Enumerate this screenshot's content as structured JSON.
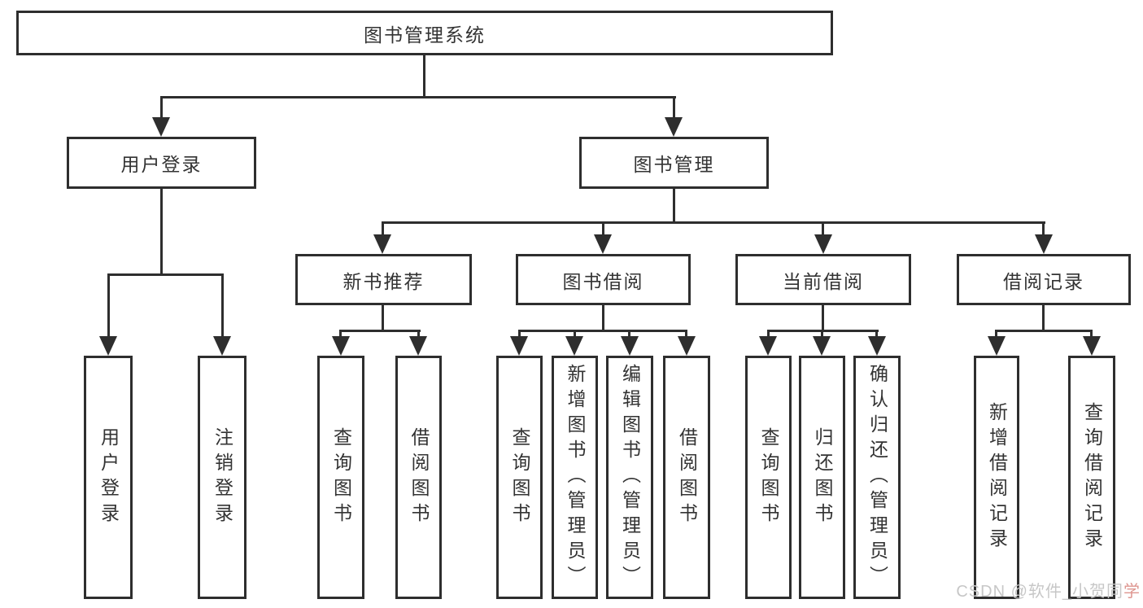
{
  "tree": {
    "root": {
      "label": "图书管理系统"
    },
    "children": [
      {
        "label": "用户登录",
        "children": [
          {
            "label": "用户登录"
          },
          {
            "label": "注销登录"
          }
        ]
      },
      {
        "label": "图书管理",
        "children": [
          {
            "label": "新书推荐",
            "children": [
              {
                "label": "查询图书"
              },
              {
                "label": "借阅图书"
              }
            ]
          },
          {
            "label": "图书借阅",
            "children": [
              {
                "label": "查询图书"
              },
              {
                "label": "新增图书（管理员）"
              },
              {
                "label": "编辑图书（管理员）"
              },
              {
                "label": "借阅图书"
              }
            ]
          },
          {
            "label": "当前借阅",
            "children": [
              {
                "label": "查询图书"
              },
              {
                "label": "归还图书"
              },
              {
                "label": "确认归还（管理员）"
              }
            ]
          },
          {
            "label": "借阅记录",
            "children": [
              {
                "label": "新增借阅记录"
              },
              {
                "label": "查询借阅记录"
              }
            ]
          }
        ]
      }
    ]
  },
  "watermark": {
    "prefix": "CSDN @软件_小贺同",
    "suffix": "学"
  },
  "colors": {
    "line": "#2e2e2e",
    "text": "#333333",
    "box_fill": "#ffffff",
    "watermark": "#c7c7c7",
    "watermark_accent": "#de9690"
  }
}
